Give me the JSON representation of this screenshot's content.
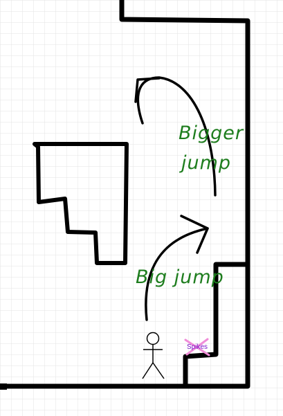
{
  "labels": {
    "bigger_line1": "Bigger",
    "bigger_line2": "jump",
    "big_jump": "Big jump",
    "spikes": "Spikes"
  },
  "colors": {
    "background": "#ffffff",
    "grid": "#e3e3e3",
    "walls": "#000000",
    "annotation_text": "#1e7d1e",
    "spikes_marker": "#f08cd8",
    "spikes_text": "#7a12c9"
  }
}
